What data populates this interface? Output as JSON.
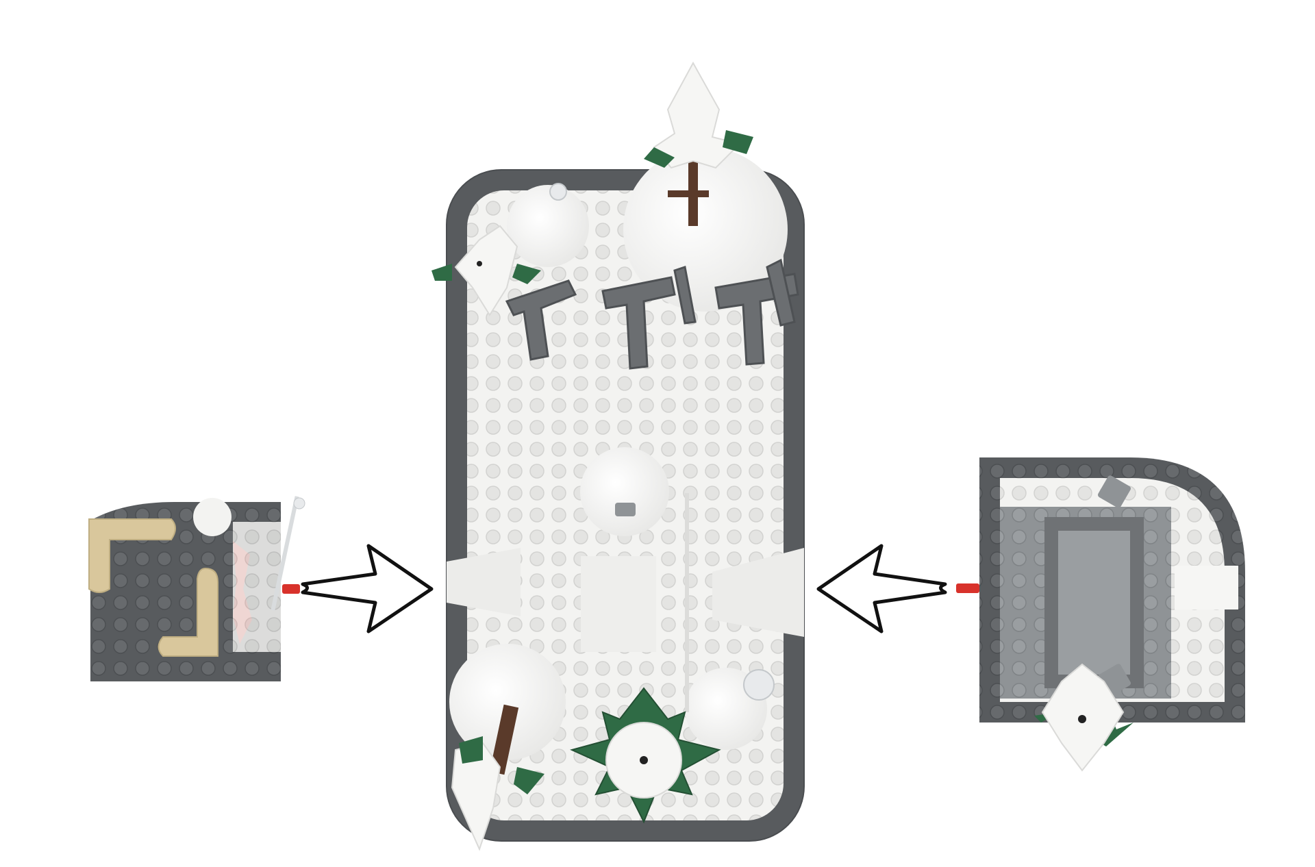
{
  "scene": {
    "description_visible_text": "",
    "modules": [
      {
        "id": "left-module",
        "kind": "fireplace-base"
      },
      {
        "id": "center-base",
        "kind": "snowy-baseplate"
      },
      {
        "id": "right-module",
        "kind": "stone-base"
      }
    ],
    "arrows": [
      {
        "id": "left-arrow",
        "direction": "right"
      },
      {
        "id": "right-arrow",
        "direction": "left"
      }
    ],
    "colors": {
      "background": "#ffffff",
      "dark_gray": "#585b5e",
      "mid_gray": "#8f9396",
      "light_gray": "#b7babc",
      "snow": "#f3f3f1",
      "stud": "#e4e4e2",
      "tan": "#d9c79c",
      "green": "#2f6b45",
      "red": "#d8322b",
      "brown": "#5a3a2a",
      "arrow_stroke": "#111111"
    }
  }
}
